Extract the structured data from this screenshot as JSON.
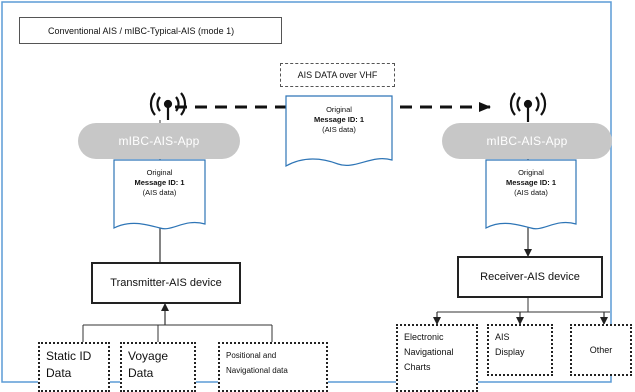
{
  "title": "Conventional AIS / mIBC-Typical-AIS (mode 1)",
  "vhf_label": "AIS DATA over VHF",
  "center_message": {
    "line1": "Original",
    "line2": "Message ID: 1",
    "line3": "(AIS data)"
  },
  "left": {
    "app_label": "mIBC-AIS-App",
    "message": {
      "line1": "Original",
      "line2": "Message ID: 1",
      "line3": "(AIS data)"
    },
    "device_label": "Transmitter-AIS device",
    "inputs": [
      {
        "line1": "Static ID",
        "line2": "Data"
      },
      {
        "line1": "Voyage",
        "line2": "Data"
      },
      {
        "line1": "Positional and",
        "line2": "Navigational data"
      }
    ]
  },
  "right": {
    "app_label": "mIBC-AIS-App",
    "message": {
      "line1": "Original",
      "line2": "Message ID: 1",
      "line3": "(AIS data)"
    },
    "device_label": "Receiver-AIS device",
    "outputs": [
      {
        "line1": "Electronic",
        "line2": "Navigational",
        "line3": "Charts"
      },
      {
        "line1": "AIS",
        "line2": "Display"
      },
      {
        "line1": "Other"
      }
    ]
  },
  "colors": {
    "frame": "#5b9bd5",
    "doc_border": "#2e75b6",
    "pill": "#c7c7c7"
  },
  "icons": [
    "antenna-icon-left",
    "antenna-icon-right"
  ]
}
